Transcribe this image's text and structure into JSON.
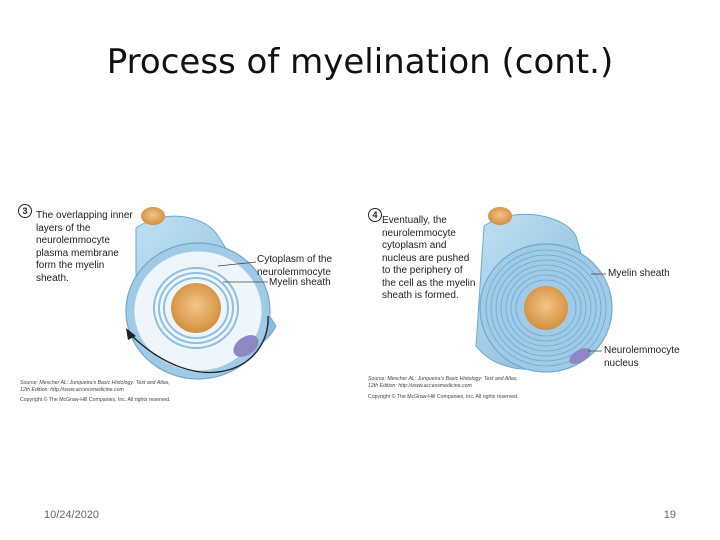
{
  "slide": {
    "title": "Process of myelination (cont.)",
    "date": "10/24/2020",
    "page_number": "19"
  },
  "panel3": {
    "step": "3",
    "caption": "The overlapping inner\nlayers of the\nneurolemmocyte\nplasma membrane\nform the myelin\nsheath.",
    "label_cytoplasm": "Cytoplasm of the\nneurolemmocyte",
    "label_myelin": "Myelin sheath",
    "source": "Source: Mescher AL: Junqueira's Basic Histology: Text and Atlas,\n12th Edition: http://www.accessmedicine.com",
    "copyright": "Copyright © The McGraw-Hill Companies, Inc. All rights reserved."
  },
  "panel4": {
    "step": "4",
    "caption": "Eventually, the\nneurolemmocyte\ncytoplasm and\nnucleus are pushed\nto the periphery of\nthe cell as the myelin\nsheath is formed.",
    "label_myelin": "Myelin sheath",
    "label_nucleus": "Neurolemmocyte\nnucleus",
    "source": "Source: Mescher AL: Junqueira's Basic Histology: Text and Atlas,\n12th Edition: http://www.accessmedicine.com",
    "copyright": "Copyright © The McGraw-Hill Companies, Inc. All rights reserved."
  },
  "colors": {
    "sheath_blue": "#9fcbe6",
    "sheath_dark": "#6fa8cf",
    "cytoplasm": "#eef6fb",
    "axon": "#e0a65a",
    "nucleus": "#8f86c4"
  }
}
